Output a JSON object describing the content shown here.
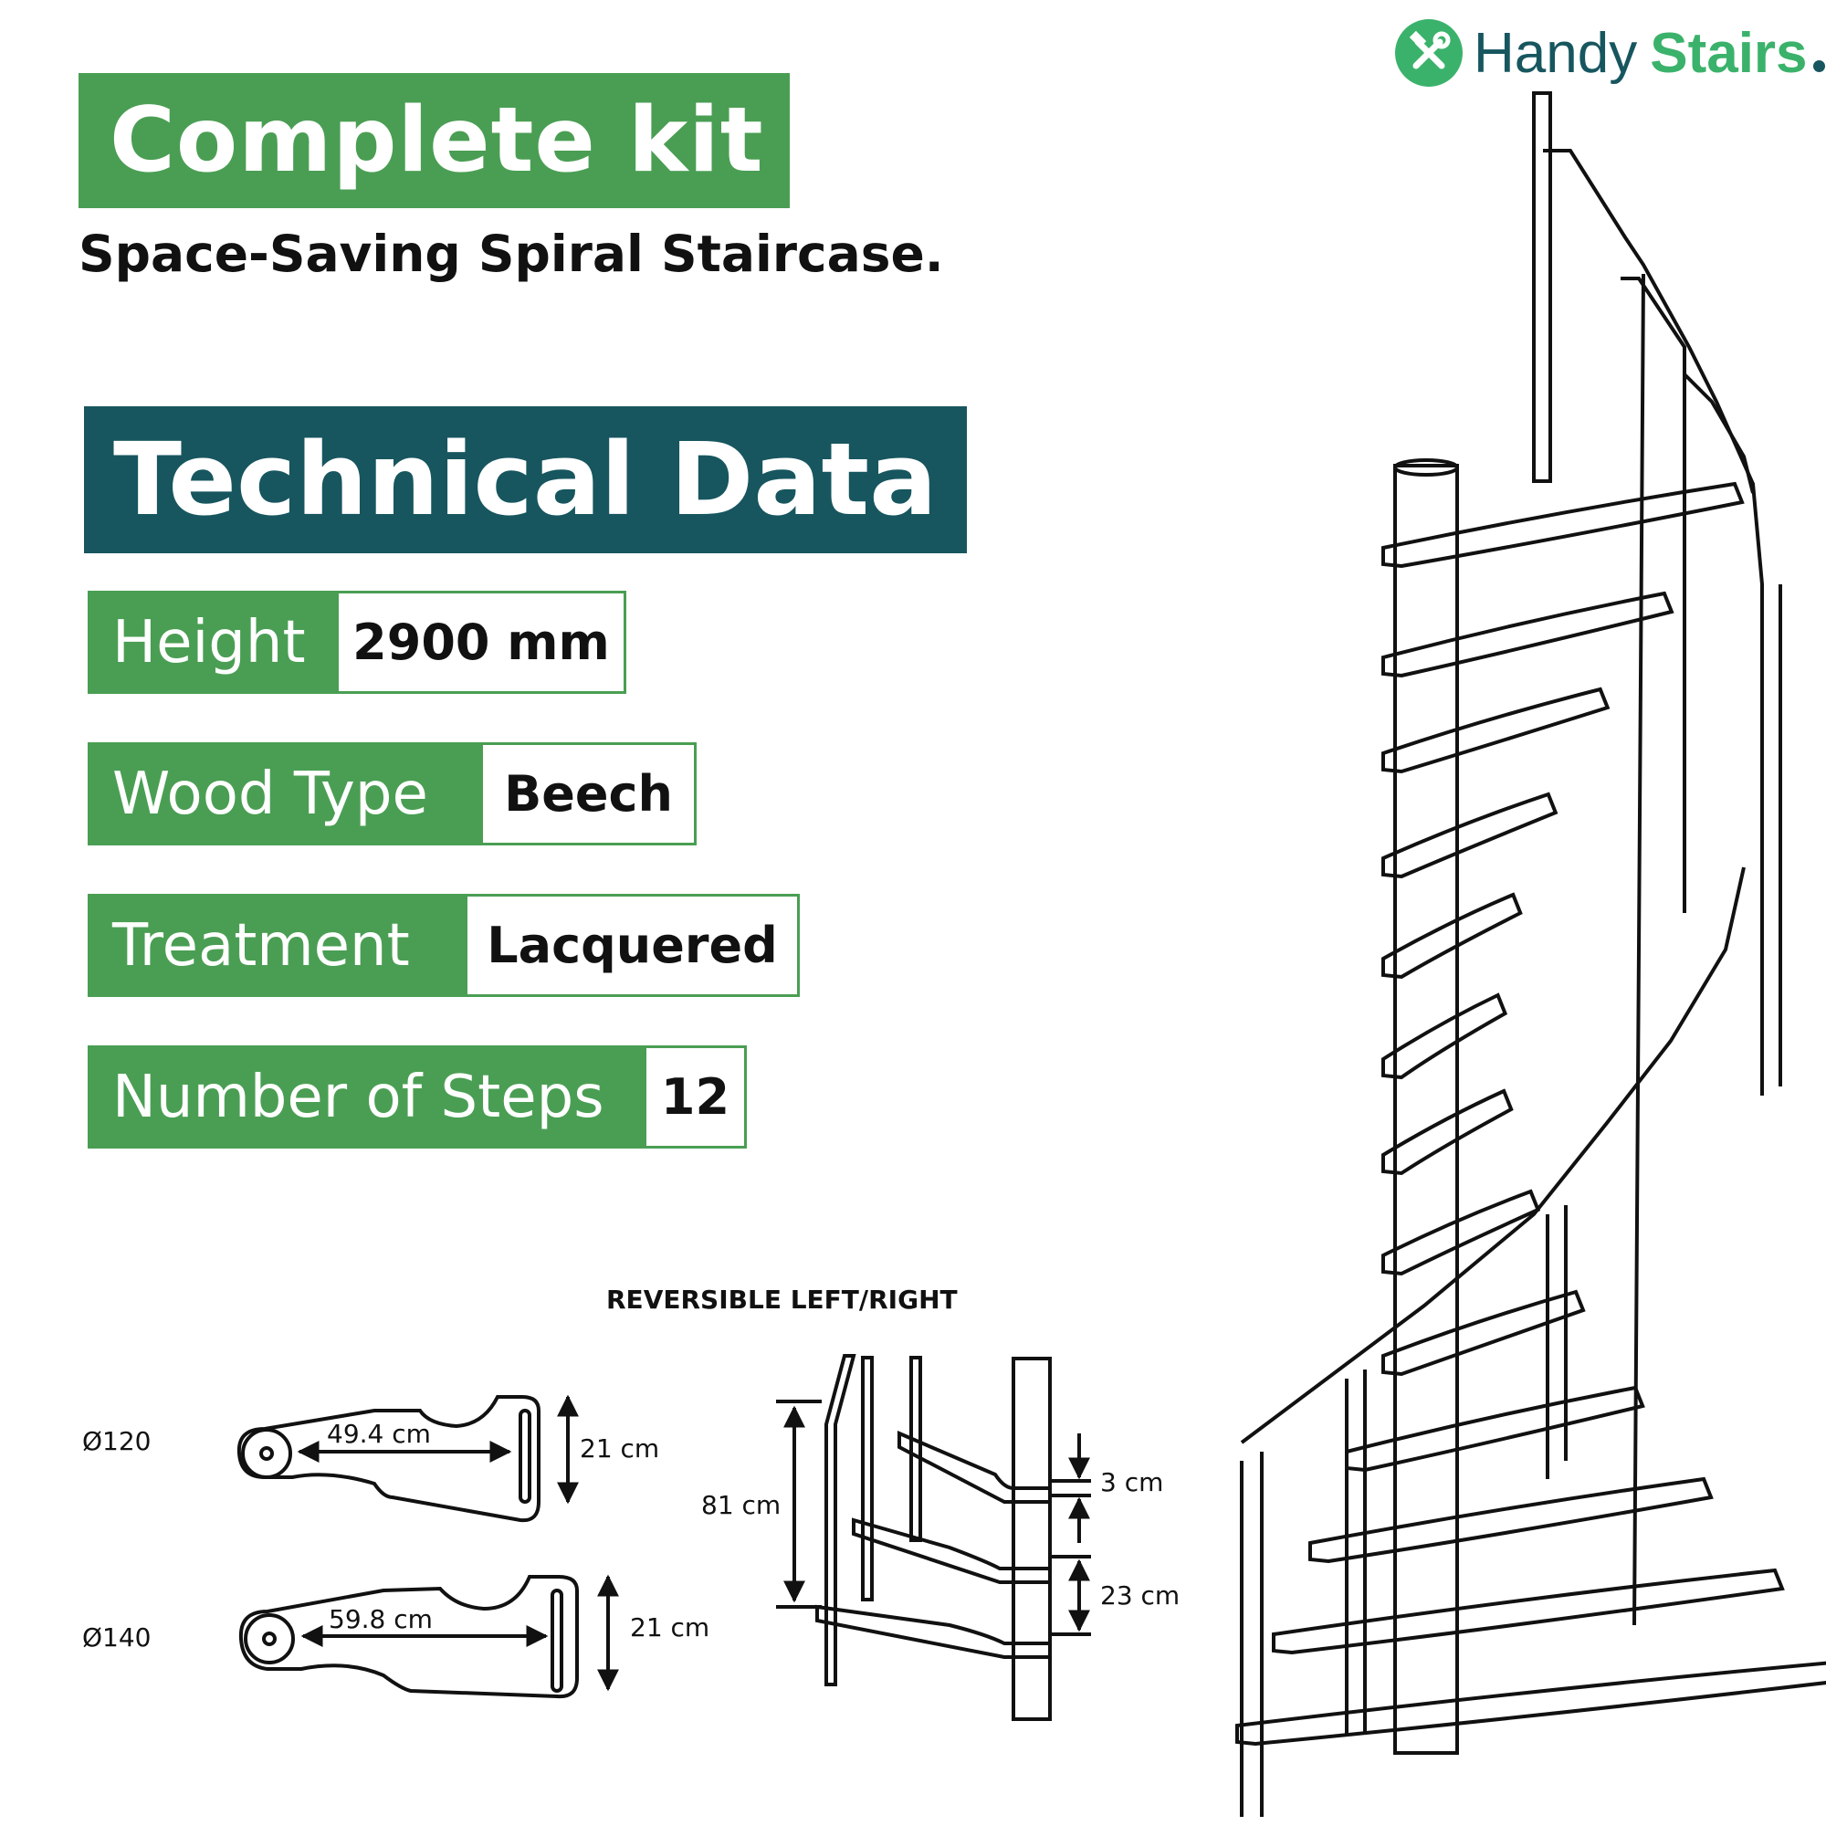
{
  "brand": {
    "word1": "Handy",
    "word2": "Stairs",
    "icon": "tools-icon",
    "green": "#3bb26b",
    "teal": "#17565f"
  },
  "header": {
    "title": "Complete kit",
    "subtitle": "Space-Saving Spiral Staircase."
  },
  "technical": {
    "title": "Technical Data",
    "rows": [
      {
        "label": "Height",
        "value": "2900 mm"
      },
      {
        "label": "Wood Type",
        "value": "Beech"
      },
      {
        "label": "Treatment",
        "value": "Lacquered"
      },
      {
        "label": "Number of Steps",
        "value": "12"
      }
    ]
  },
  "diagram": {
    "reversible": "REVERSIBLE LEFT/RIGHT",
    "treads": [
      {
        "diameter": "Ø120",
        "length": "49.4 cm",
        "width": "21 cm"
      },
      {
        "diameter": "Ø140",
        "length": "59.8 cm",
        "width": "21 cm"
      }
    ],
    "side": {
      "rail_height": "81 cm",
      "tread_thickness": "3 cm",
      "rise": "23 cm"
    }
  },
  "colors": {
    "green": "#4a9e53",
    "teal": "#17565f"
  }
}
